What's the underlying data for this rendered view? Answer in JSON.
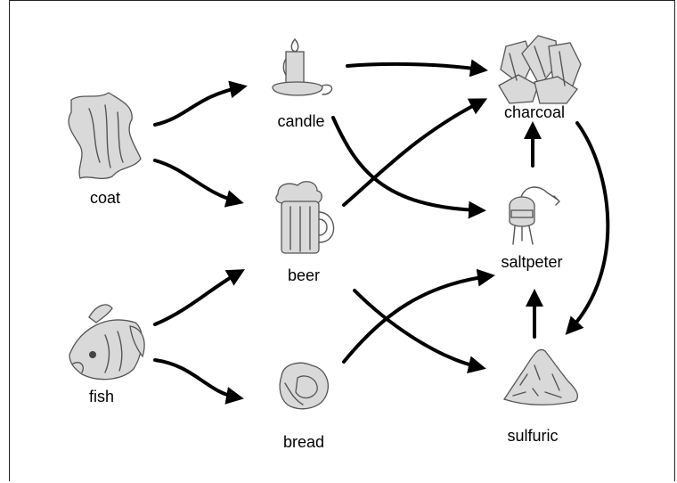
{
  "nodes": {
    "coat": {
      "label": "coat",
      "icon": "coat-icon"
    },
    "fish": {
      "label": "fish",
      "icon": "fish-icon"
    },
    "candle": {
      "label": "candle",
      "icon": "candle-icon"
    },
    "beer": {
      "label": "beer",
      "icon": "beer-mug-icon"
    },
    "bread": {
      "label": "bread",
      "icon": "bread-icon"
    },
    "charcoal": {
      "label": "charcoal",
      "icon": "charcoal-icon"
    },
    "saltpeter": {
      "label": "saltpeter",
      "icon": "saltpeter-icon"
    },
    "sulfuric": {
      "label": "sulfuric",
      "icon": "sulfur-pile-icon"
    }
  },
  "edges": [
    {
      "from": "coat",
      "to": "candle"
    },
    {
      "from": "coat",
      "to": "beer"
    },
    {
      "from": "fish",
      "to": "beer"
    },
    {
      "from": "fish",
      "to": "bread"
    },
    {
      "from": "candle",
      "to": "charcoal"
    },
    {
      "from": "candle",
      "to": "saltpeter"
    },
    {
      "from": "beer",
      "to": "charcoal"
    },
    {
      "from": "beer",
      "to": "sulfuric"
    },
    {
      "from": "bread",
      "to": "saltpeter"
    },
    {
      "from": "saltpeter",
      "to": "charcoal"
    },
    {
      "from": "sulfuric",
      "to": "saltpeter"
    },
    {
      "from": "charcoal",
      "to": "sulfuric"
    }
  ],
  "colors": {
    "arrow": "#000000",
    "sketch": "#555555",
    "background": "#ffffff"
  }
}
